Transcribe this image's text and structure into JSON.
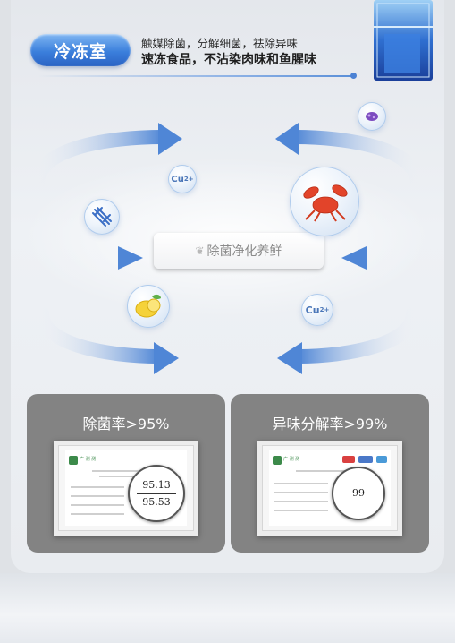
{
  "header": {
    "title": "冷冻室",
    "desc_line1": "触媒除菌，分解细菌，祛除异味",
    "desc_line2": "速冻食品，不沾染肉味和鱼腥味"
  },
  "diagram": {
    "center_label": "除菌净化养鲜",
    "cu_label_1": "Cu",
    "cu_label_2": "Cu",
    "cu_sup": "2+"
  },
  "cards": [
    {
      "title": "除菌率>95%",
      "doc_brand": "广 测 测",
      "values": [
        "95.13",
        "95.53"
      ]
    },
    {
      "title": "异味分解率>99%",
      "doc_brand": "广 测 测",
      "values": [
        "99"
      ]
    }
  ],
  "colors": {
    "accent": "#3b7fdc",
    "arrow": "#5a8fd8",
    "card_bg": "#838383"
  }
}
